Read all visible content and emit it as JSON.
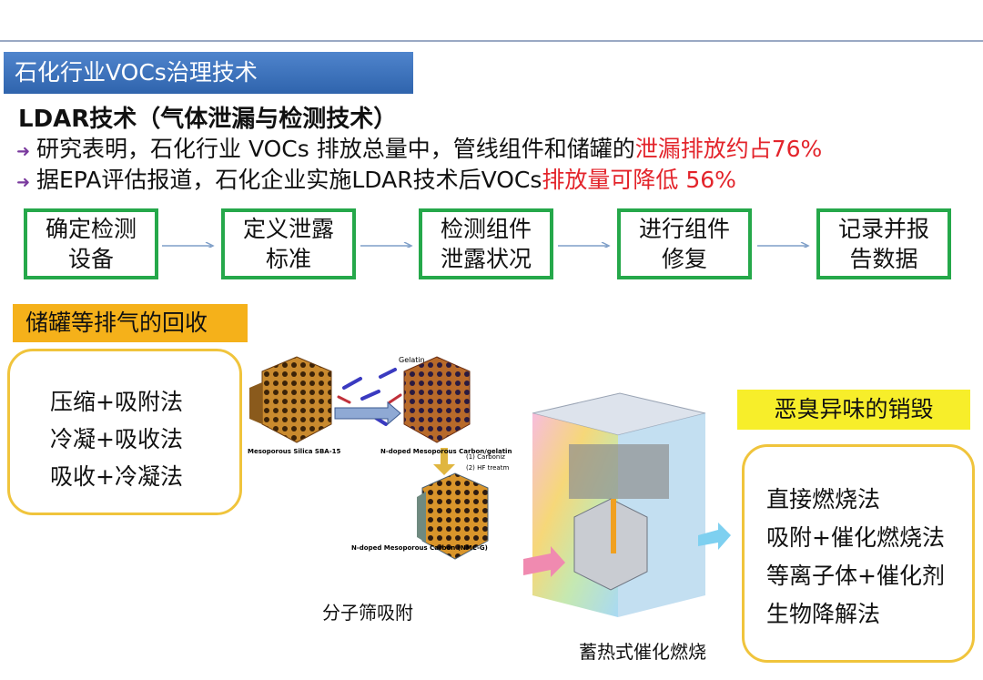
{
  "title": "石化行业VOCs治理技术",
  "heading": "LDAR技术（气体泄漏与检测技术）",
  "bullets": [
    {
      "text": "研究表明，石化行业 VOCs 排放总量中，管线组件和储罐的",
      "highlight": "泄漏排放约占76%"
    },
    {
      "text": "据EPA评估报道，石化企业实施LDAR技术后VOCs",
      "highlight": "排放量可降低 56%"
    }
  ],
  "steps": [
    "确定检测\n设备",
    "定义泄露\n标准",
    "检测组件\n泄露状况",
    "进行组件\n修复",
    "记录并报\n告数据"
  ],
  "recovery": {
    "tag": "储罐等排气的回收",
    "methods": [
      "压缩+吸附法",
      "冷凝+吸收法",
      "吸收+冷凝法"
    ]
  },
  "destruction": {
    "tag": "恶臭异味的销毁",
    "methods": [
      "直接燃烧法",
      "吸附+催化燃烧法",
      "等离子体+催化剂",
      "生物降解法"
    ]
  },
  "figure_labels": {
    "gelatin": "Gelatin",
    "silica": "Mesoporous Silica SBA-15",
    "ndoped_gel": "N-doped Mesoporous Carbon/gelatin",
    "step1": "(1) Carboniz",
    "step2": "(2) HF treatm",
    "ndoped_c": "N-doped Mesoporous Carbon (NMC-G)"
  },
  "captions": {
    "adsorption": "分子筛吸附",
    "rco": "蓄热式催化燃烧"
  },
  "colors": {
    "step_border": "#25a84a",
    "highlight": "#e3242b",
    "title_bg": "#3a70ba",
    "orange": "#f5b11a",
    "yellow": "#f7ee2a"
  }
}
